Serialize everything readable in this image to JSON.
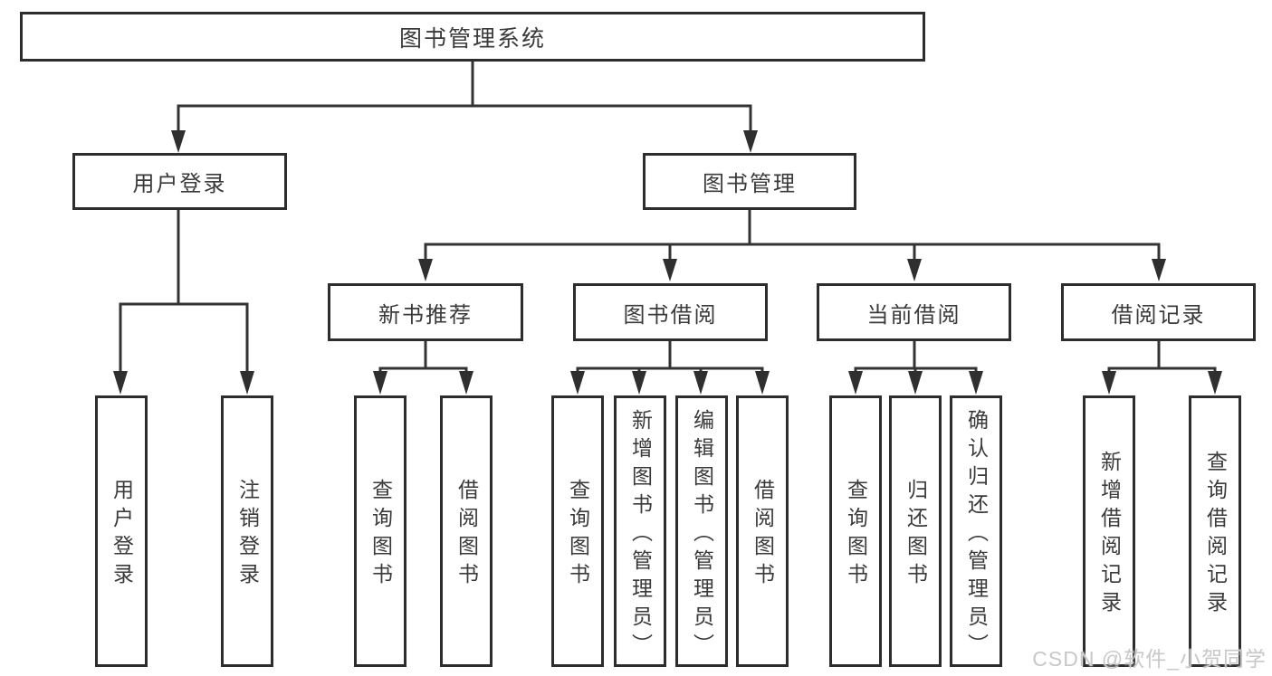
{
  "diagram": {
    "root": "图书管理系统",
    "branches": [
      {
        "label": "用户登录",
        "children": [
          "用户登录",
          "注销登录"
        ]
      },
      {
        "label": "图书管理",
        "groups": [
          {
            "label": "新书推荐",
            "children": [
              "查询图书",
              "借阅图书"
            ]
          },
          {
            "label": "图书借阅",
            "children": [
              "查询图书",
              "新增图书（管理员）",
              "编辑图书（管理员）",
              "借阅图书"
            ]
          },
          {
            "label": "当前借阅",
            "children": [
              "查询图书",
              "归还图书",
              "确认归还（管理员）"
            ]
          },
          {
            "label": "借阅记录",
            "children": [
              "新增借阅记录",
              "查询借阅记录"
            ]
          }
        ]
      }
    ]
  },
  "colors": {
    "line": "#333333",
    "border": "#2d2d2d",
    "text": "#3a3a3a",
    "watermark": "#c8c8c8"
  },
  "watermark": "CSDN @软件_小贺同学"
}
